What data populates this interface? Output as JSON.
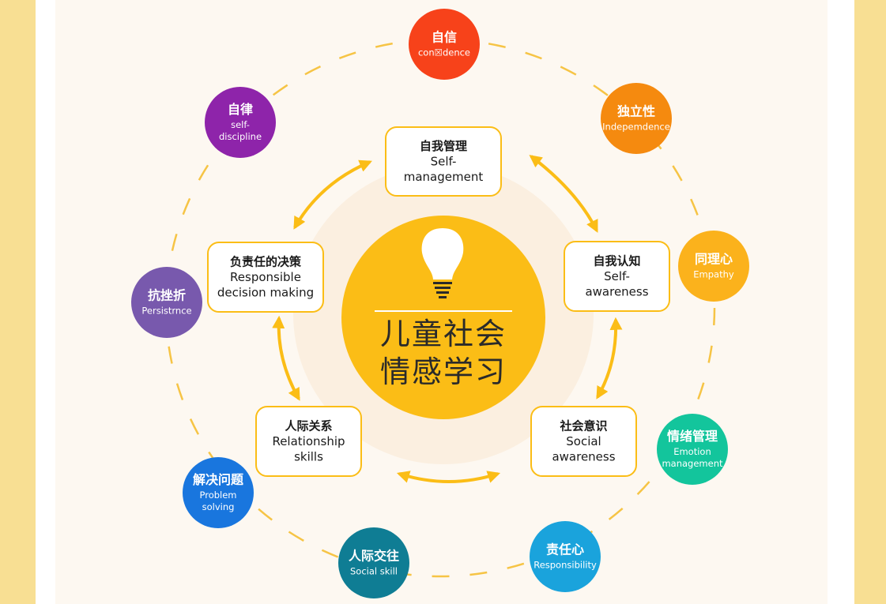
{
  "center": {
    "title_line1": "儿童社会",
    "title_line2": "情感学习",
    "icon": "lightbulb-icon"
  },
  "core_competencies": [
    {
      "key": "self-management",
      "zh": "自我管理",
      "en": [
        "Self-",
        "management"
      ]
    },
    {
      "key": "self-awareness",
      "zh": "自我认知",
      "en": [
        "Self-",
        "awareness"
      ]
    },
    {
      "key": "social-awareness",
      "zh": "社会意识",
      "en": [
        "Social",
        "awareness"
      ]
    },
    {
      "key": "relationship-skills",
      "zh": "人际关系",
      "en": [
        "Relationship",
        "skills"
      ]
    },
    {
      "key": "responsible-decision-making",
      "zh": "负责任的决策",
      "en": [
        "Responsible",
        "decision making"
      ]
    }
  ],
  "outer_skills": [
    {
      "key": "confidence",
      "zh": "自信",
      "en": [
        "con☒dence"
      ],
      "color": "#f7421a"
    },
    {
      "key": "independence",
      "zh": "独立性",
      "en": [
        "Indepemdence"
      ],
      "color": "#f58a0f"
    },
    {
      "key": "empathy",
      "zh": "同理心",
      "en": [
        "Empathy"
      ],
      "color": "#fbb21c"
    },
    {
      "key": "emotion-management",
      "zh": "情绪管理",
      "en": [
        "Emotion",
        "management"
      ],
      "color": "#13c59c"
    },
    {
      "key": "responsibility",
      "zh": "责任心",
      "en": [
        "Responsibility"
      ],
      "color": "#1aa3dc"
    },
    {
      "key": "social-skill",
      "zh": "人际交往",
      "en": [
        "Social skill"
      ],
      "color": "#0f7d94"
    },
    {
      "key": "problem-solving",
      "zh": "解决问题",
      "en": [
        "Problem",
        "solving"
      ],
      "color": "#1976de"
    },
    {
      "key": "persistence",
      "zh": "抗挫折",
      "en": [
        "Persistrnce"
      ],
      "color": "#7859ad"
    },
    {
      "key": "self-discipline",
      "zh": "自律",
      "en": [
        "self-",
        "discipline"
      ],
      "color": "#8e24aa"
    }
  ],
  "colors": {
    "page_background": "#f8df93",
    "panel": "#ffffff",
    "canvas": "#fdf8f1",
    "accent": "#fbbd16",
    "halo": "#fbefe0",
    "dashed_ring": "#f6c445"
  }
}
